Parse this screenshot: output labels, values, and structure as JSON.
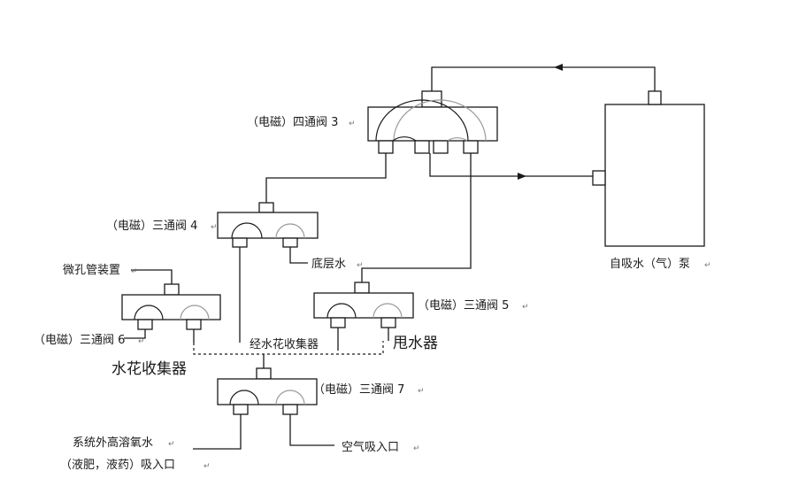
{
  "labels": {
    "valve3": "（电磁）四通阀 3",
    "valve4": "（电磁）三通阀 4",
    "valve5": "（电磁）三通阀 5",
    "valve6": "（电磁）三通阀 6",
    "valve7": "（电磁）三通阀 7",
    "pump": "自吸水（气）泵",
    "micro_tube": "微孔管装置",
    "bottom_water": "底层水",
    "spinner": "甩水器",
    "via_collector": "经水花收集器",
    "collector": "水花收集器",
    "external_water": "系统外高溶氧水",
    "fertilizer_inlet": "（液肥，液药）吸入口",
    "air_inlet": "空气吸入口"
  },
  "paragraph_mark": "↵"
}
